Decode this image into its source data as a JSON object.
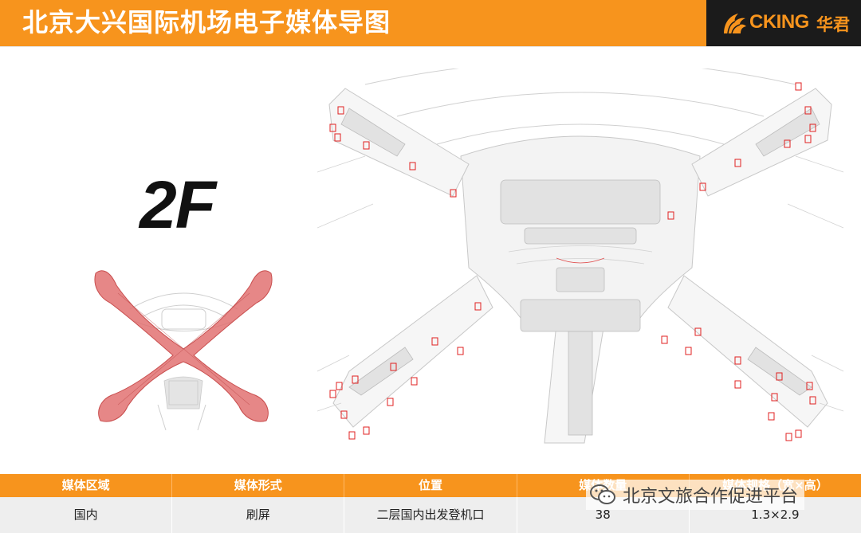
{
  "header": {
    "title": "北京大兴国际机场电子媒体导图",
    "brand_text": "CKING",
    "brand_cn": "华君",
    "accent_color": "#f7941d",
    "logo_bg": "#1b1b1b"
  },
  "floor_label": "2F",
  "table": {
    "headers": [
      "媒体区域",
      "媒体形式",
      "位置",
      "媒体数量",
      "媒体规格（宽×高）"
    ],
    "rows": [
      [
        "国内",
        "刷屏",
        "二层国内出发登机口",
        "38",
        "1.3×2.9"
      ]
    ]
  },
  "watermark": {
    "text": "北京文旅合作促进平台",
    "icon": "wechat-icon"
  },
  "icons": {
    "logo": "lion-logo-icon"
  },
  "colors": {
    "highlight_zone": "#e06c6c",
    "marker": "#e02020",
    "map_line": "#c8c8c8"
  }
}
